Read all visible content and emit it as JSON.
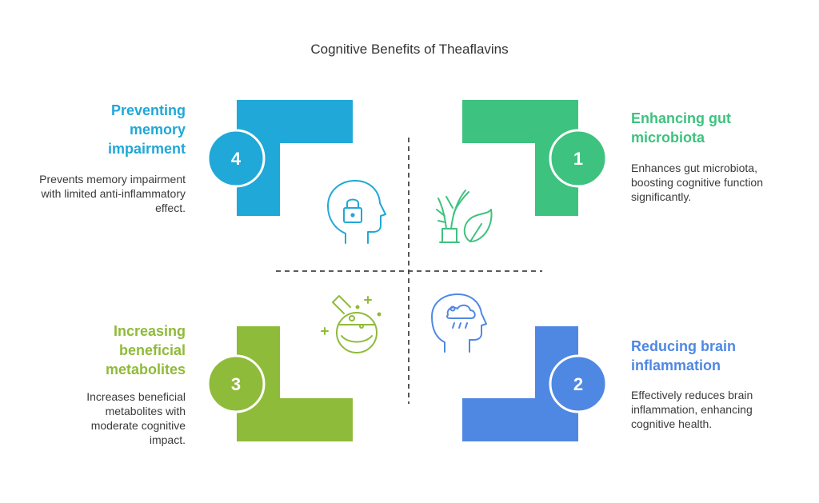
{
  "title": "Cognitive Benefits of Theaflavins",
  "quadrants": [
    {
      "number": "1",
      "heading": "Enhancing gut microbiota",
      "description": "Enhances gut microbiota, boosting cognitive function significantly.",
      "color": "#3ec27f",
      "icon": "plants-icon"
    },
    {
      "number": "2",
      "heading": "Reducing brain inflammation",
      "description": "Effectively reduces brain inflammation, enhancing cognitive health.",
      "color": "#4f88e3",
      "icon": "head-cloud-rain-icon"
    },
    {
      "number": "3",
      "heading": "Increasing beneficial metabolites",
      "description": "Increases beneficial metabolites with moderate cognitive impact.",
      "color": "#8fbb3a",
      "icon": "flask-icon"
    },
    {
      "number": "4",
      "heading": "Preventing memory impairment",
      "description": "Prevents memory impairment with limited anti-inflammatory effect.",
      "color": "#1fa8d8",
      "icon": "head-lock-icon"
    }
  ]
}
